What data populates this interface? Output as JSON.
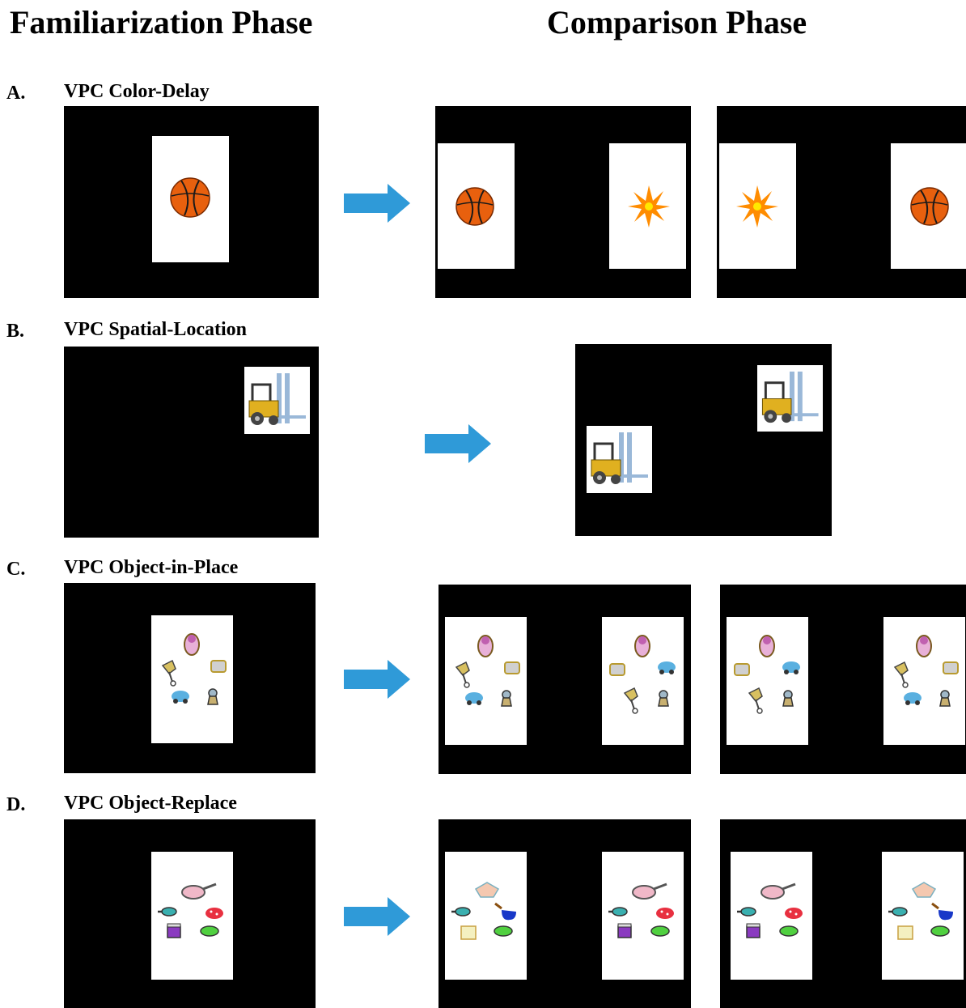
{
  "headers": {
    "familiarization": "Familiarization Phase",
    "comparison": "Comparison Phase"
  },
  "rows": [
    {
      "letter": "A.",
      "title": "VPC Color-Delay"
    },
    {
      "letter": "B.",
      "title": "VPC Spatial-Location"
    },
    {
      "letter": "C.",
      "title": "VPC Object-in-Place"
    },
    {
      "letter": "D.",
      "title": "VPC Object-Replace"
    }
  ],
  "colors": {
    "screen": "#000000",
    "card": "#ffffff",
    "arrow": "#2f9ad8",
    "ball": "#e8600e",
    "flower": "#ff8c00",
    "forklift": "#e0b020"
  }
}
